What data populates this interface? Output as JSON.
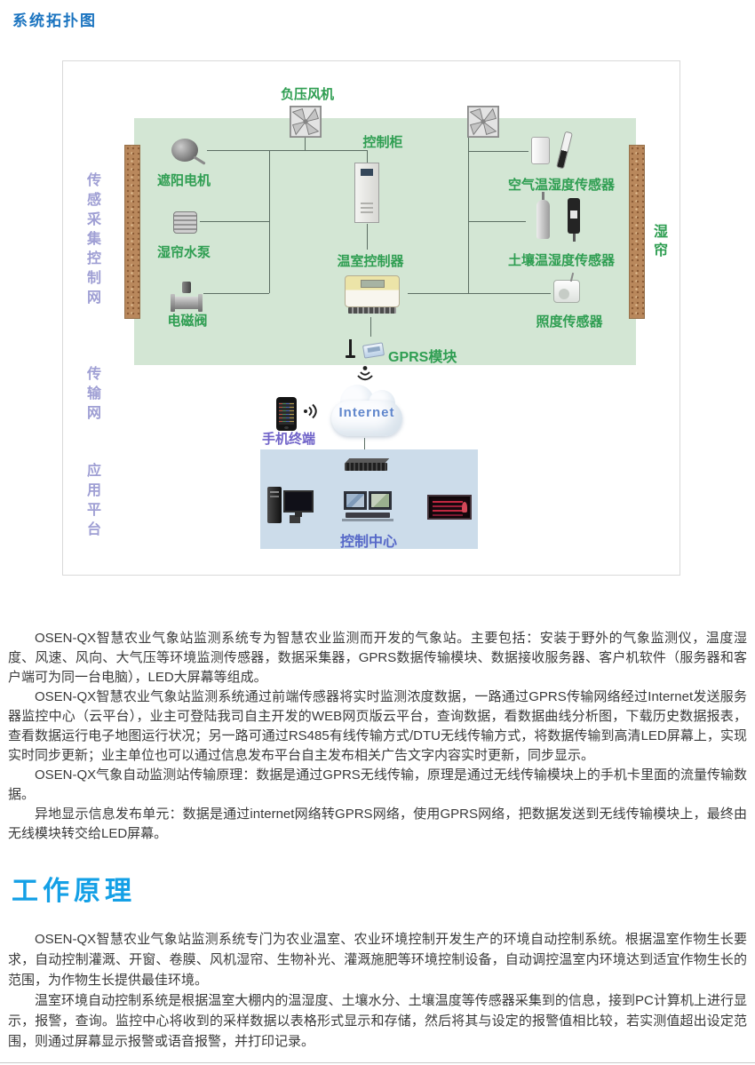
{
  "headings": {
    "topology_title": "系统拓扑图",
    "working_principle_title": "工作原理"
  },
  "topology": {
    "zones": {
      "sensing_network": "传感采集控制网",
      "transmission_network": "传输网",
      "application_platform": "应用平台"
    },
    "wet_curtain": "湿帘",
    "device_labels": {
      "negative_pressure_fan": "负压风机",
      "control_cabinet": "控制柜",
      "shade_motor": "遮阳电机",
      "wet_curtain_pump": "湿帘水泵",
      "solenoid_valve": "电磁阀",
      "greenhouse_controller": "温室控制器",
      "air_sensor": "空气温湿度传感器",
      "soil_sensor": "土壤温湿度传感器",
      "light_sensor": "照度传感器",
      "gprs_module": "GPRS模块",
      "internet": "Internet",
      "mobile_terminal": "手机终端",
      "control_center": "控制中心"
    },
    "icons": {
      "negative_pressure_fan": "square-fan-blades",
      "shade_motor": "motor-blob",
      "wet_curtain_pump": "ridged-pump-box",
      "solenoid_valve": "flanged-valve",
      "control_cabinet": "electrical-cabinet",
      "greenhouse_controller": "controller-box",
      "air_sensor": "wall-box-and-probe",
      "soil_sensor": "cylindrical-probes",
      "light_sensor": "dome-box",
      "gprs_module": "antenna-and-modem",
      "wireless_waves": "broadcast-arcs",
      "mobile_phone": "smartphone",
      "signal_waves": "sound-arcs",
      "internet_cloud": "cloud",
      "network_switch": "rack-switch",
      "desktop_pc": "tower-and-monitor",
      "workstation": "dual-monitor-pc",
      "led_screen": "led-display-panel"
    },
    "colors": {
      "device_label_green": "#2f9e52",
      "zone_label_purple": "#9f9fd4",
      "terminal_label_purple": "#6f62c8",
      "internet_text_blue": "#5f86cc",
      "greenhouse_background": "#d3e6d4",
      "control_center_background": "#ccdcea",
      "wet_curtain_brown": "#b9885c",
      "connector_line": "#5c6e63",
      "section_title_blue": "#1b74c0",
      "big_title_blue": "#14a0e6"
    }
  },
  "paragraphs": {
    "p1": "OSEN-QX智慧农业气象站监测系统专为智慧农业监测而开发的气象站。主要包括：安装于野外的气象监测仪，温度湿度、风速、风向、大气压等环境监测传感器，数据采集器，GPRS数据传输模块、数据接收服务器、客户机软件（服务器和客户端可为同一台电脑），LED大屏幕等组成。",
    "p2": "OSEN-QX智慧农业气象站监测系统通过前端传感器将实时监测浓度数据，一路通过GPRS传输网络经过Internet发送服务器监控中心（云平台），业主可登陆我司自主开发的WEB网页版云平台，查询数据，看数据曲线分析图，下载历史数据报表，查看数据运行电子地图运行状况；另一路可通过RS485有线传输方式/DTU无线传输方式，将数据传输到高清LED屏幕上，实现实时同步更新；业主单位也可以通过信息发布平台自主发布相关广告文字内容实时更新，同步显示。",
    "p3": "OSEN-QX气象自动监测站传输原理：数据是通过GPRS无线传输，原理是通过无线传输模块上的手机卡里面的流量传输数据。",
    "p4": "异地显示信息发布单元：数据是通过internet网络转GPRS网络，使用GPRS网络，把数据发送到无线传输模块上，最终由无线模块转交给LED屏幕。",
    "p5": "OSEN-QX智慧农业气象站监测系统专门为农业温室、农业环境控制开发生产的环境自动控制系统。根据温室作物生长要求，自动控制灌溉、开窗、卷膜、风机湿帘、生物补光、灌溉施肥等环境控制设备，自动调控温室内环境达到适宜作物生长的范围，为作物生长提供最佳环境。",
    "p6": "温室环境自动控制系统是根据温室大棚内的温湿度、土壤水分、土壤温度等传感器采集到的信息，接到PC计算机上进行显示，报警，查询。监控中心将收到的采样数据以表格形式显示和存储，然后将其与设定的报警值相比较，若实测值超出设定范围，则通过屏幕显示报警或语音报警，并打印记录。"
  }
}
